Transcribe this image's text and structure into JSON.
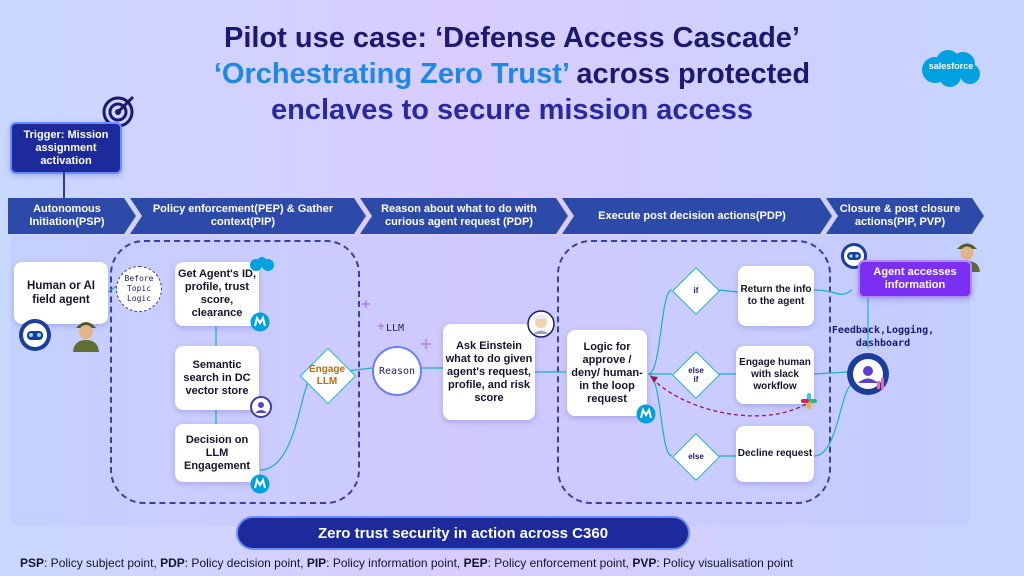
{
  "title": {
    "line1": "Pilot use case: ‘Defense Access Cascade’",
    "line2_highlight": "‘Orchestrating Zero Trust’",
    "line2_rest": " across protected",
    "line3": "enclaves to secure mission access"
  },
  "brand": {
    "logo_text": "salesforce",
    "color": "#00a1e0"
  },
  "trigger": {
    "label": "Trigger: Mission assignment activation"
  },
  "phases": [
    {
      "label": "Autonomous Initiation(PSP)"
    },
    {
      "label": "Policy enforcement(PEP) & Gather context(PIP)"
    },
    {
      "label": "Reason about what to do with curious agent request (PDP)"
    },
    {
      "label": "Execute post decision actions(PDP)"
    },
    {
      "label": "Closure & post closure actions(PIP, PVP)"
    }
  ],
  "nodes": {
    "field_agent": "Human or AI field agent",
    "before_topic": "Before Topic Logic",
    "get_agent": "Get Agent's ID, profile, trust score, clearance",
    "semantic": "Semantic search in DC vector store",
    "decision": "Decision on LLM Engagement",
    "engage_llm": "Engage LLM",
    "llm_label": "LLM",
    "reason": "Reason",
    "ask_einstein": "Ask Einstein what to do given agent's request, profile, and risk score",
    "logic": "Logic for approve / deny/ human-in the loop request",
    "if": "if",
    "else_if": "else if",
    "else": "else",
    "return_info": "Return the info to the agent",
    "engage_human": "Engage human with slack workflow",
    "decline": "Decline request",
    "agent_accesses": "Agent accesses information",
    "feedback": "Feedback,Logging, dashboard"
  },
  "banner": "Zero trust security in action across C360",
  "legend": [
    {
      "key": "PSP",
      "text": ": Policy subject point, "
    },
    {
      "key": "PDP",
      "text": ": Policy decision point, "
    },
    {
      "key": "PIP",
      "text": ": Policy information point, "
    },
    {
      "key": "PEP",
      "text": ": Policy enforcement point, "
    },
    {
      "key": "PVP",
      "text": ": Policy visualisation point"
    }
  ],
  "colors": {
    "navy": "#1b1a6e",
    "chevron": "#2e4aa8",
    "highlight": "#1e88e5",
    "purple_card": "#7b2ff2",
    "dashed": "#3b3ea8",
    "mulesoft": "#00a0df",
    "engage_llm_text": "#c26a00"
  },
  "icons": [
    "target-icon",
    "einstein-bot-icon",
    "soldier-icon",
    "mulesoft-icon",
    "salesforce-cloud-icon",
    "slack-icon",
    "agent-ring-icon",
    "einstein-avatar-icon"
  ]
}
